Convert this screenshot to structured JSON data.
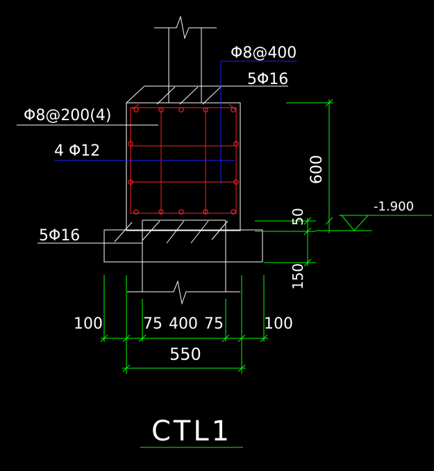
{
  "drawing": {
    "title": "CTL1",
    "labels": {
      "stirrup_top": "Φ8@400",
      "top_bars": "5Φ16",
      "stirrup_beam": "Φ8@200(4)",
      "side_bars": "4 Φ12",
      "bottom_bars": "5Φ16"
    },
    "elevation": "-1.900",
    "dims": {
      "height_600": "600",
      "height_50": "50",
      "height_150": "150",
      "left_100": "100",
      "left_75": "75",
      "width_400": "400",
      "right_75": "75",
      "right_100": "100",
      "total_550": "550"
    }
  },
  "colors": {
    "background": "#000000",
    "outline": "#ffffff",
    "rebar": "#ff2020",
    "leader": "#2020ff",
    "dimension": "#00ff00"
  }
}
